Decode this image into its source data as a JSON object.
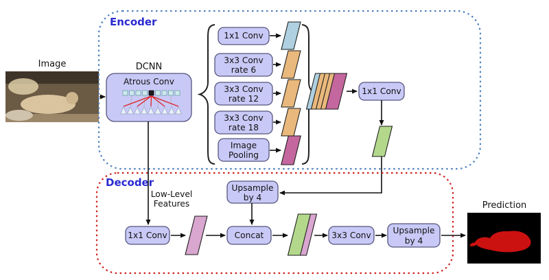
{
  "input": {
    "label": "Image"
  },
  "encoder": {
    "label": "Encoder",
    "dcnn_label": "DCNN",
    "atrous_box_label": "Atrous Conv",
    "aspp": [
      {
        "line1": "1x1 Conv",
        "line2": ""
      },
      {
        "line1": "3x3 Conv",
        "line2": "rate 6"
      },
      {
        "line1": "3x3 Conv",
        "line2": "rate 12"
      },
      {
        "line1": "3x3 Conv",
        "line2": "rate 18"
      },
      {
        "line1": "Image",
        "line2": "Pooling"
      }
    ],
    "projection_label": "1x1 Conv"
  },
  "decoder": {
    "label": "Decoder",
    "low_level_line1": "Low-Level",
    "low_level_line2": "Features",
    "reduce_label": "1x1 Conv",
    "upsample_mid_line1": "Upsample",
    "upsample_mid_line2": "by 4",
    "concat_label": "Concat",
    "conv_label": "3x3 Conv",
    "upsample_out_line1": "Upsample",
    "upsample_out_line2": "by 4"
  },
  "output": {
    "label": "Prediction"
  },
  "colors": {
    "encoder_border": "#4f81bd",
    "decoder_border": "#d02020",
    "region_label": "#2a2ad0",
    "node_fill": "#c9c9f7",
    "node_border": "#55557d",
    "slab_blue": "#aed0e0",
    "slab_orange": "#e9b87c",
    "slab_magenta": "#c4679e",
    "slab_green": "#b3d88c",
    "slab_pink": "#d9a6d0",
    "prediction_mask": "#cc1111",
    "atrous_line": "#dd2222"
  }
}
